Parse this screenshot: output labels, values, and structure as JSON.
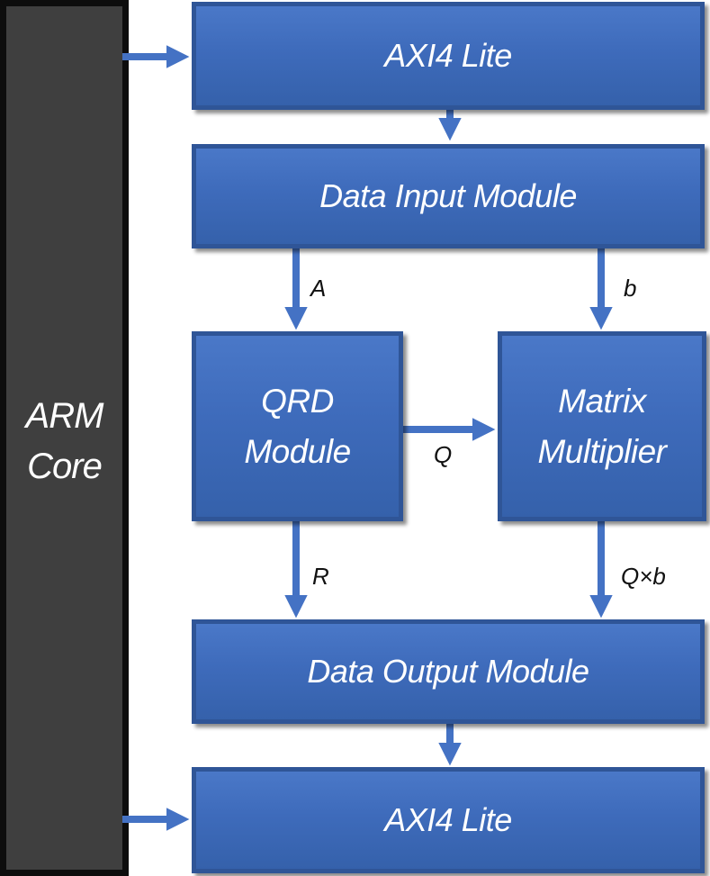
{
  "diagram": {
    "arm_core": {
      "line1": "ARM",
      "line2": "Core"
    },
    "blocks": {
      "axi_top": "AXI4 Lite",
      "data_input": "Data Input Module",
      "qrd": {
        "line1": "QRD",
        "line2": "Module"
      },
      "matrix_mult": {
        "line1": "Matrix",
        "line2": "Multiplier"
      },
      "data_output": "Data Output Module",
      "axi_bottom": "AXI4 Lite"
    },
    "edge_labels": {
      "a": "A",
      "b": "b",
      "q": "Q",
      "r": "R",
      "qxb": "Q×b"
    },
    "colors": {
      "block_fill": "#3e6bbb",
      "block_border": "#2f5597",
      "arrow": "#4472c4",
      "core_fill": "#3f3f3f",
      "core_border": "#0d0d0d"
    }
  }
}
